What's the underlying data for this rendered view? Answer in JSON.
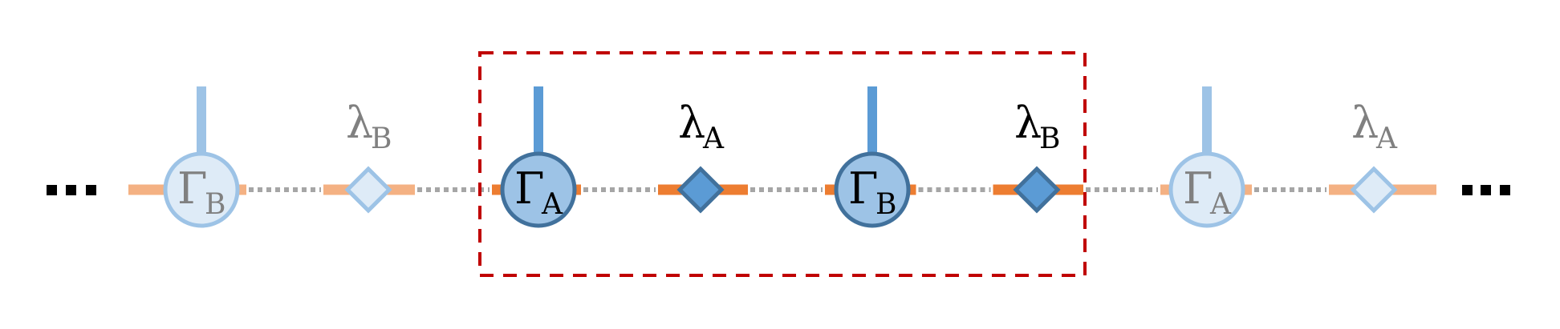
{
  "diagram": {
    "type": "matrix-product-state-chain",
    "ellipsis_left": "...",
    "ellipsis_right": "...",
    "unit_cell_highlight": {
      "color": "#c00000",
      "style": "dashed",
      "covers": [
        "gamma-A",
        "lambda-A",
        "gamma-B",
        "lambda-B"
      ]
    },
    "colors": {
      "bond_active": "#ed7d31",
      "bond_faded": "#f4b183",
      "bond_dotted": "#a6a6a6",
      "tensor_fill_active": "#9dc3e6",
      "tensor_stroke_active": "#41719c",
      "tensor_fill_faded": "#deebf7",
      "tensor_stroke_faded": "#9dc3e6",
      "diamond_fill_active": "#5b9bd5",
      "leg_active": "#5b9bd5",
      "leg_faded": "#9dc3e6",
      "text_active": "#000000",
      "text_faded": "#808080",
      "ellipsis": "#000000"
    },
    "nodes": [
      {
        "kind": "gamma",
        "symbol": "Γ",
        "sub": "B",
        "faded": true
      },
      {
        "kind": "lambda",
        "symbol": "λ",
        "sub": "B",
        "faded": true
      },
      {
        "kind": "gamma",
        "symbol": "Γ",
        "sub": "A",
        "faded": false
      },
      {
        "kind": "lambda",
        "symbol": "λ",
        "sub": "A",
        "faded": false
      },
      {
        "kind": "gamma",
        "symbol": "Γ",
        "sub": "B",
        "faded": false
      },
      {
        "kind": "lambda",
        "symbol": "λ",
        "sub": "B",
        "faded": false
      },
      {
        "kind": "gamma",
        "symbol": "Γ",
        "sub": "A",
        "faded": true
      },
      {
        "kind": "lambda",
        "symbol": "λ",
        "sub": "A",
        "faded": true
      }
    ]
  }
}
